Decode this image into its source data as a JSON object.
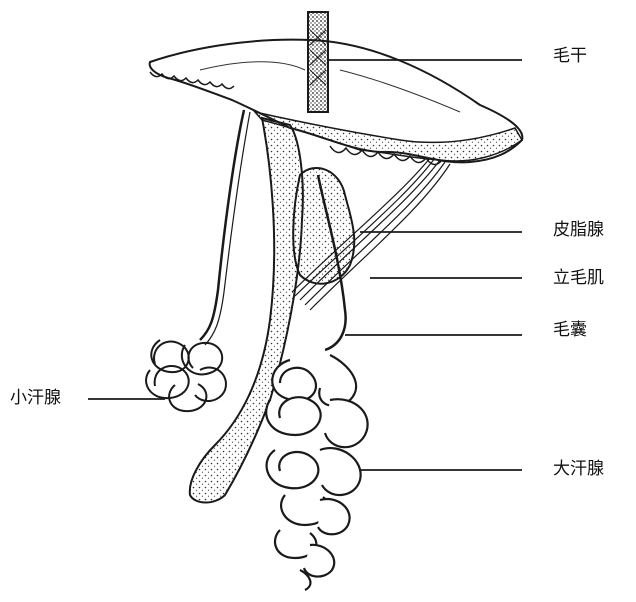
{
  "labels": {
    "hair_shaft": "毛干",
    "sebaceous_gland": "皮脂腺",
    "arrector_pili": "立毛肌",
    "hair_follicle": "毛囊",
    "eccrine_gland": "小汗腺",
    "apocrine_gland": "大汗腺"
  },
  "colors": {
    "ink": "#1a1a1a",
    "stipple": "#333333",
    "background": "#ffffff"
  }
}
